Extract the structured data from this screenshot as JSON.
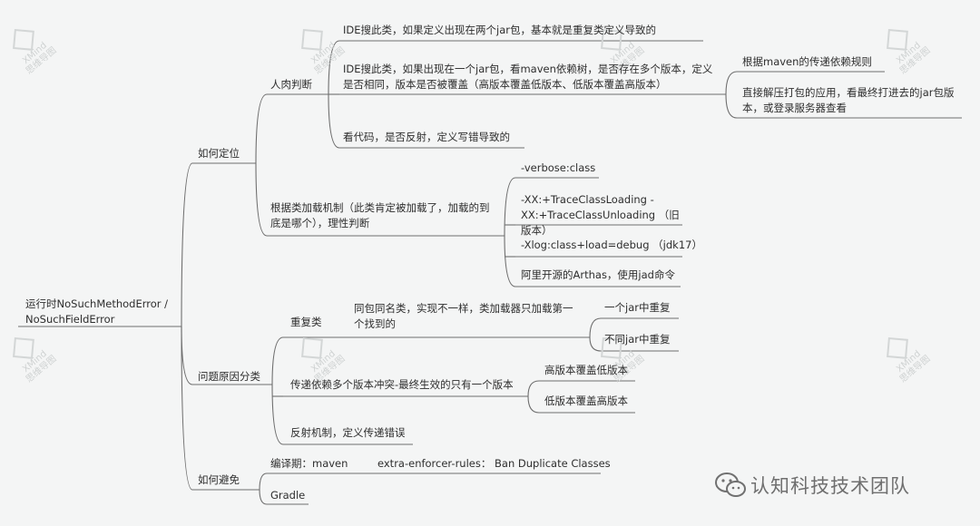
{
  "root": {
    "label": "运行时NoSuchMethodError / NoSuchFieldError"
  },
  "branches": {
    "locate": {
      "label": "如何定位",
      "manual": {
        "label": "人肉判断",
        "items": [
          "IDE搜此类，如果定义出现在两个jar包，基本就是重复类定义导致的",
          "IDE搜此类，如果出现在一个jar包，看maven依赖树，是否存在多个版本，定义是否相同，版本是否被覆盖（高版本覆盖低版本、低版本覆盖高版本）",
          "看代码，是否反射，定义写错导致的"
        ],
        "sub_items": [
          "根据maven的传递依赖规则",
          "直接解压打包的应用，看最终打进去的jar包版本，或登录服务器查看"
        ]
      },
      "classload": {
        "label": "根据类加载机制（此类肯定被加载了，加载的到底是哪个），理性判断",
        "items": [
          "-verbose:class",
          "-XX:+TraceClassLoading  -XX:+TraceClassUnloading （旧版本）",
          "-Xlog:class+load=debug  （jdk17）",
          "阿里开源的Arthas，使用jad命令"
        ]
      }
    },
    "causes": {
      "label": "问题原因分类",
      "duplicate": {
        "label": "重复类",
        "detail": "同包同名类，实现不一样，类加载器只加载第一个找到的",
        "items": [
          "一个jar中重复",
          "不同jar中重复"
        ]
      },
      "transitive": {
        "label": "传递依赖多个版本冲突-最终生效的只有一个版本",
        "items": [
          "高版本覆盖低版本",
          "低版本覆盖高版本"
        ]
      },
      "reflection": {
        "label": "反射机制，定义传递错误"
      }
    },
    "avoid": {
      "label": "如何避免",
      "compile": {
        "label": "编译期：maven",
        "detail": "extra-enforcer-rules： Ban Duplicate Classes"
      },
      "gradle": {
        "label": "Gradle"
      }
    }
  },
  "watermark": {
    "logo_text": "XMind",
    "sub_text": "思维导图"
  },
  "branding": {
    "text": "认知科技技术团队"
  },
  "colors": {
    "background": "#f4f5f5",
    "line": "#6e6e6e",
    "text": "#2e2e2e"
  }
}
